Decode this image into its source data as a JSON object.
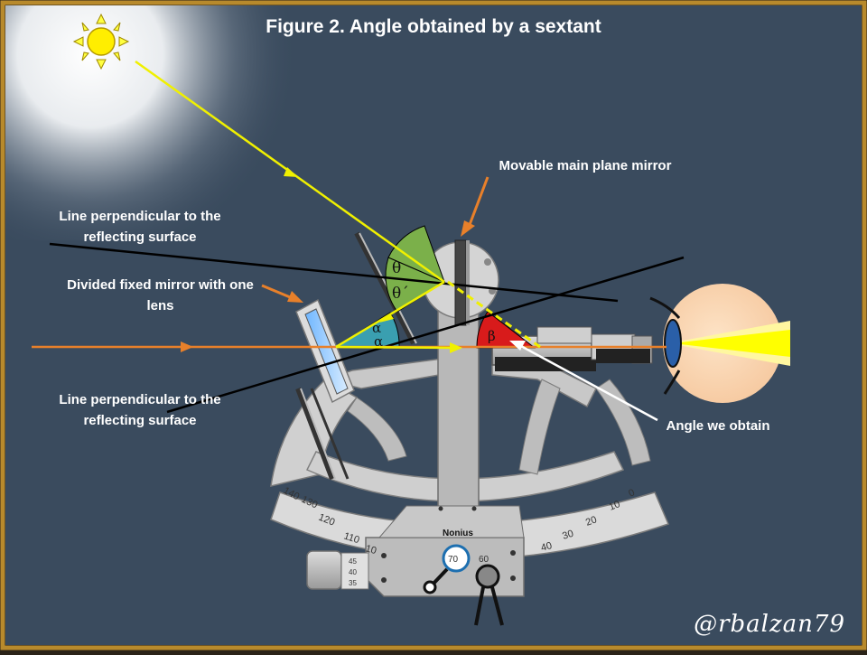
{
  "title": "Figure 2. Angle obtained by a sextant",
  "labels": {
    "movable_mirror": "Movable main plane mirror",
    "perpendicular_top_line1": "Line perpendicular to the",
    "perpendicular_top_line2": "reflecting surface",
    "fixed_mirror_line1": "Divided fixed mirror with one",
    "fixed_mirror_line2": "lens",
    "perpendicular_bottom_line1": "Line perpendicular to the",
    "perpendicular_bottom_line2": "reflecting surface",
    "angle_obtained": "Angle we obtain"
  },
  "angles": {
    "theta": "θ",
    "theta_prime": "θ´",
    "alpha_1": "α",
    "alpha_2": "α",
    "beta": "β"
  },
  "scale": {
    "marks": [
      "140",
      "130",
      "120",
      "110",
      "10",
      "0",
      "10",
      "20",
      "30",
      "40"
    ],
    "nonius": "Nonius",
    "nonius_values": [
      "70",
      "60"
    ],
    "drum_values": [
      "45",
      "40",
      "35"
    ]
  },
  "signature": "@rbalzan79",
  "colors": {
    "background": "#3a4b5e",
    "frame": "#b88a2c",
    "sun_ray": "#f0f000",
    "horizon_ray": "#e8802a",
    "arrow": "#e8802a",
    "angle_theta": "#7bb04a",
    "angle_alpha": "#3a9fb0",
    "angle_beta": "#d81b1b",
    "sextant": "#cfcfcf"
  }
}
